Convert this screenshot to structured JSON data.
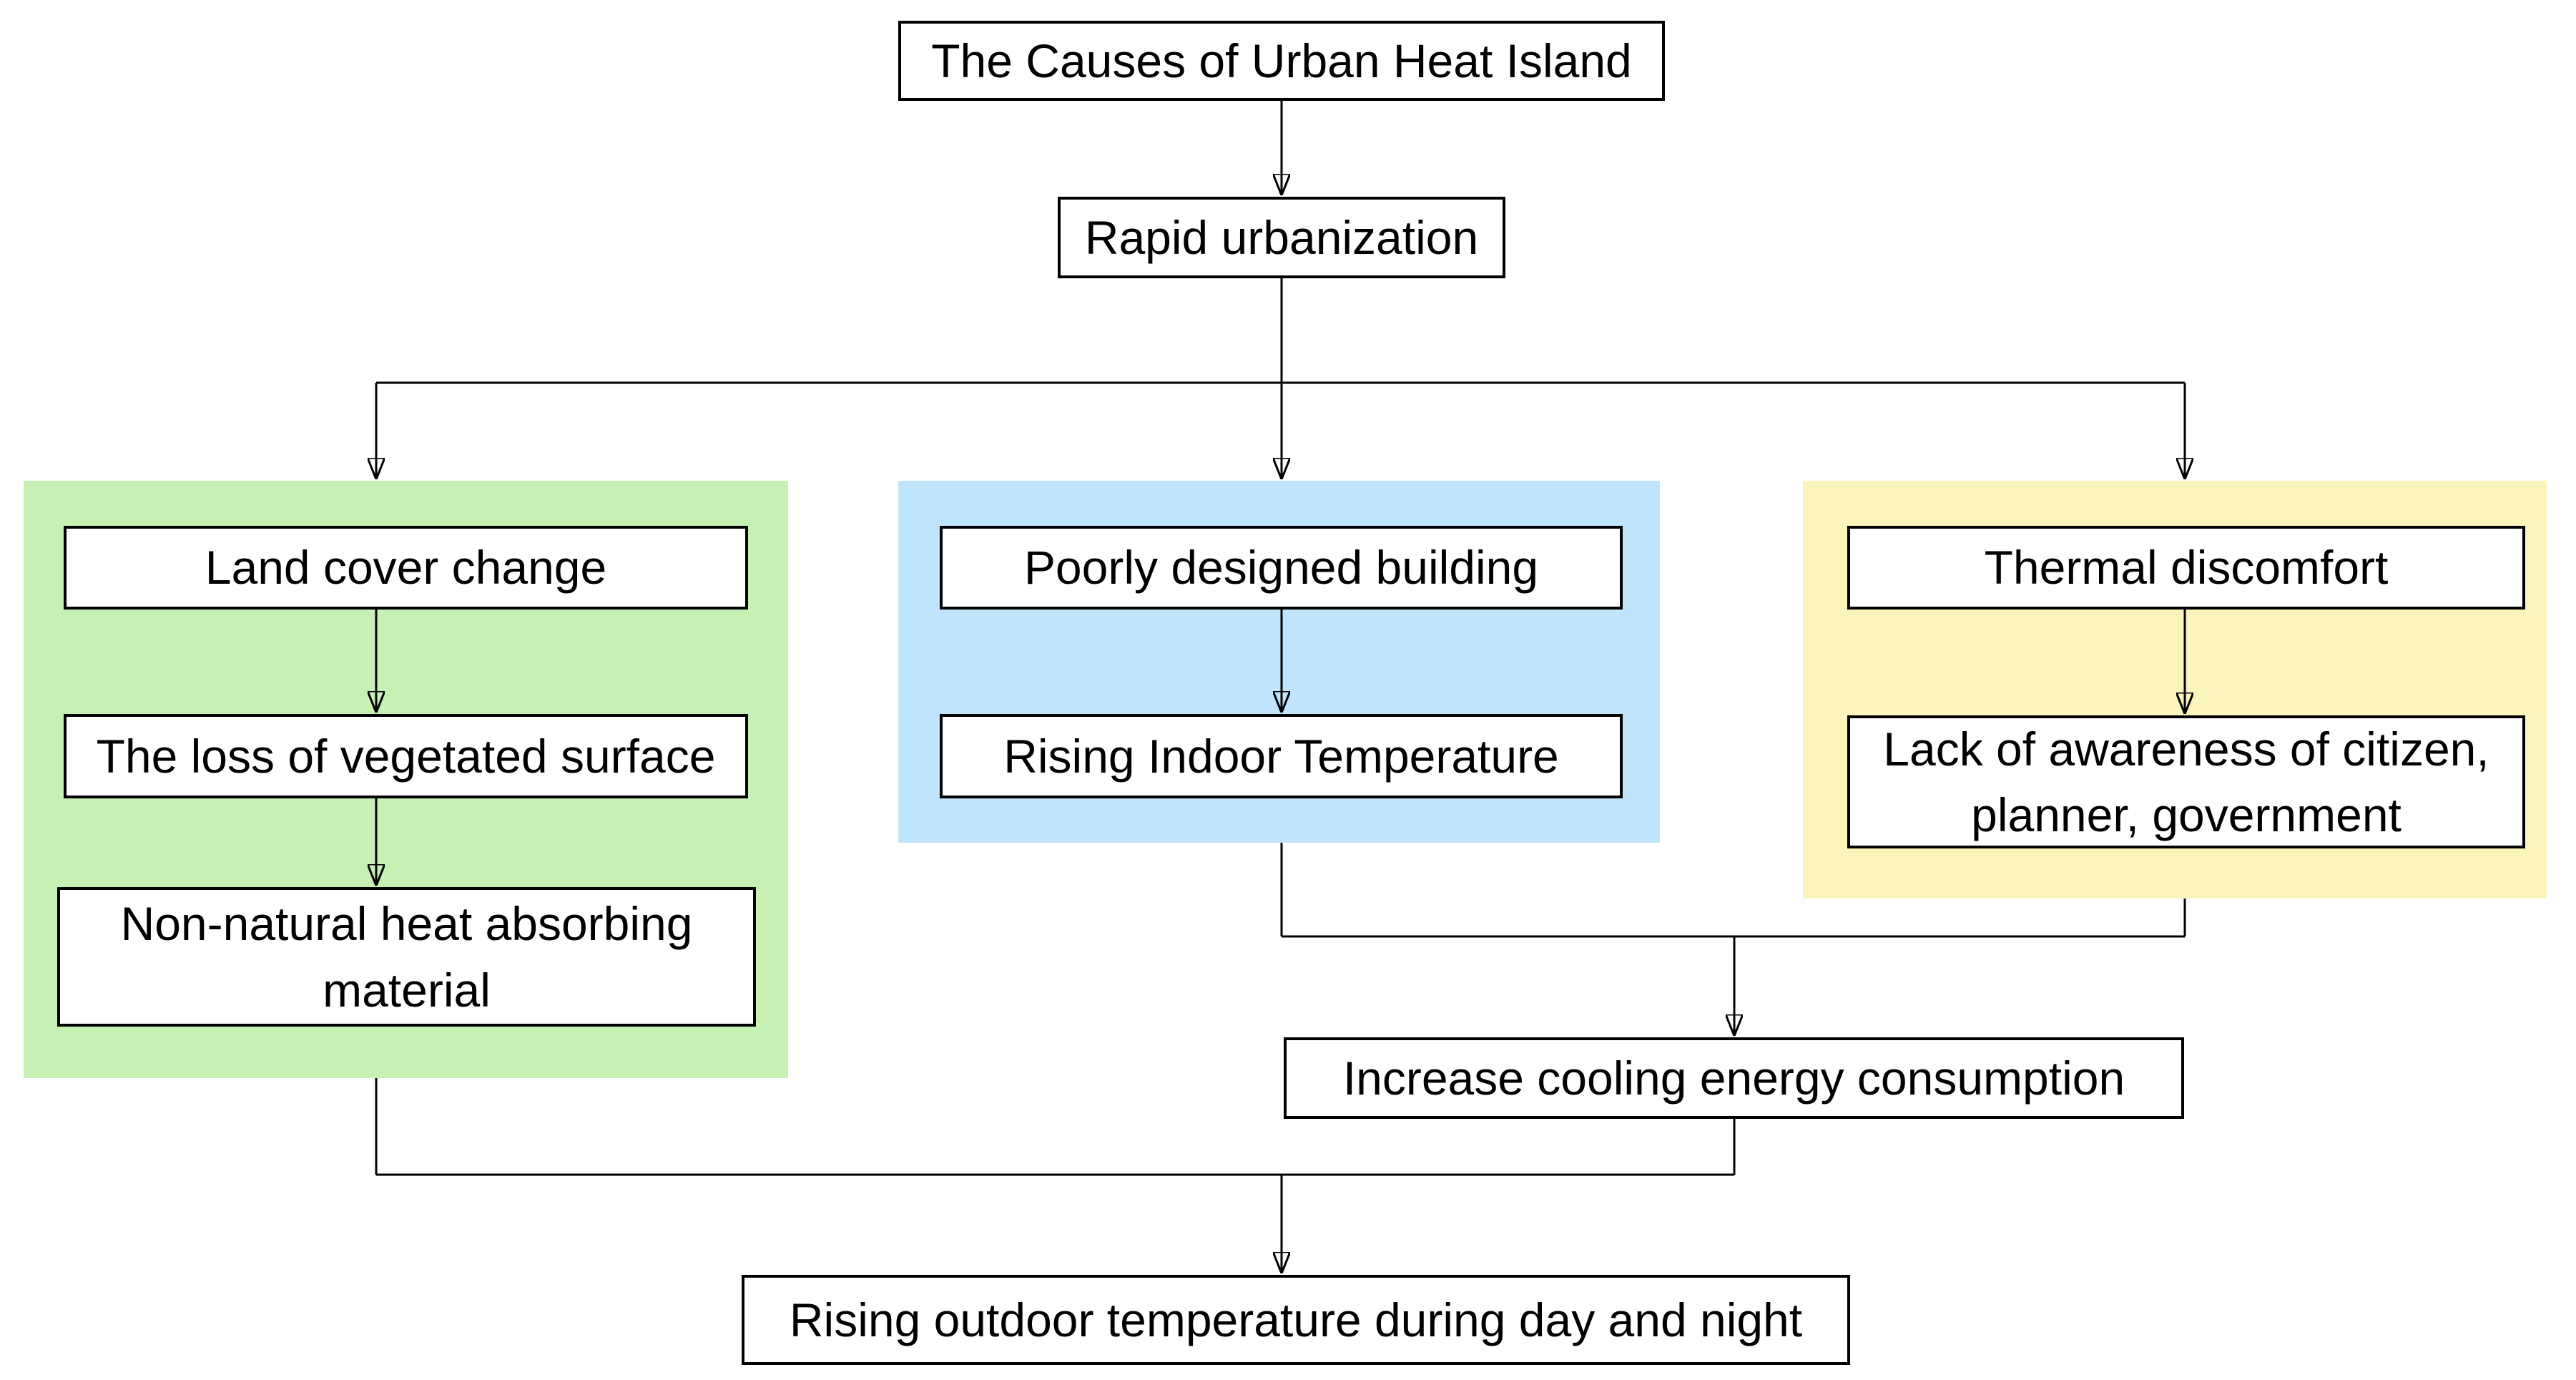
{
  "diagram": {
    "nodes": {
      "title": "The Causes of Urban Heat Island",
      "rapid": "Rapid urbanization",
      "land": "Land cover change",
      "loss": "The loss of vegetated surface",
      "nonnatural": "Non-natural heat absorbing material",
      "poorly": "Poorly designed building",
      "indoor": "Rising Indoor Temperature",
      "thermal": "Thermal discomfort",
      "awareness": "Lack of awareness of citizen, planner, government",
      "cooling": "Increase cooling energy consumption",
      "outdoor": "Rising outdoor temperature during day and night"
    },
    "groups": [
      {
        "id": "land-cover",
        "color": "#c7f0b5",
        "nodes": [
          "land",
          "loss",
          "nonnatural"
        ]
      },
      {
        "id": "building-design",
        "color": "#bfe4fb",
        "nodes": [
          "poorly",
          "indoor"
        ]
      },
      {
        "id": "awareness",
        "color": "#fcf5bb",
        "nodes": [
          "thermal",
          "awareness"
        ]
      }
    ],
    "edges": [
      [
        "title",
        "rapid"
      ],
      [
        "rapid",
        "land"
      ],
      [
        "rapid",
        "poorly"
      ],
      [
        "rapid",
        "thermal"
      ],
      [
        "land",
        "loss"
      ],
      [
        "loss",
        "nonnatural"
      ],
      [
        "poorly",
        "indoor"
      ],
      [
        "thermal",
        "awareness"
      ],
      [
        "indoor",
        "cooling"
      ],
      [
        "awareness",
        "cooling"
      ],
      [
        "nonnatural",
        "outdoor"
      ],
      [
        "cooling",
        "outdoor"
      ]
    ],
    "colors": {
      "background": "#ffffff",
      "box_fill": "#ffffff",
      "box_border": "#000000",
      "line": "#000000",
      "group_green": "#c7f0b5",
      "group_blue": "#bfe4fb",
      "group_yellow": "#fcf5bb"
    }
  }
}
